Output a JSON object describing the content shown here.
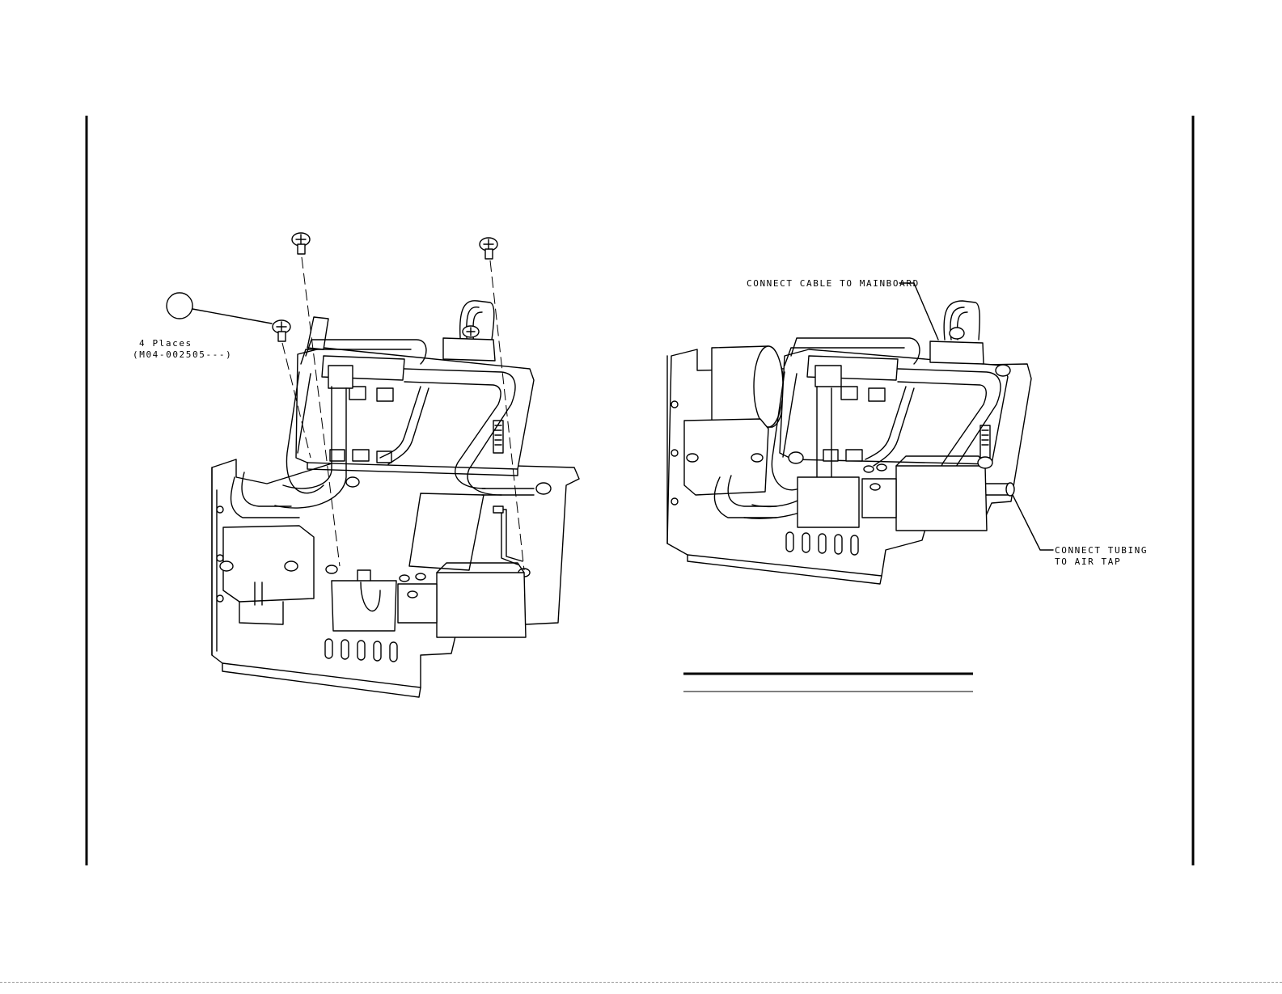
{
  "figure": {
    "left_view": {
      "callout_quantity": "4 Places",
      "callout_part_number": "(M04-002505---)"
    },
    "right_view": {
      "cable_note": "CONNECT CABLE TO MAINBOARD",
      "tubing_note_line1": "CONNECT TUBING",
      "tubing_note_line2": "TO AIR TAP"
    }
  }
}
